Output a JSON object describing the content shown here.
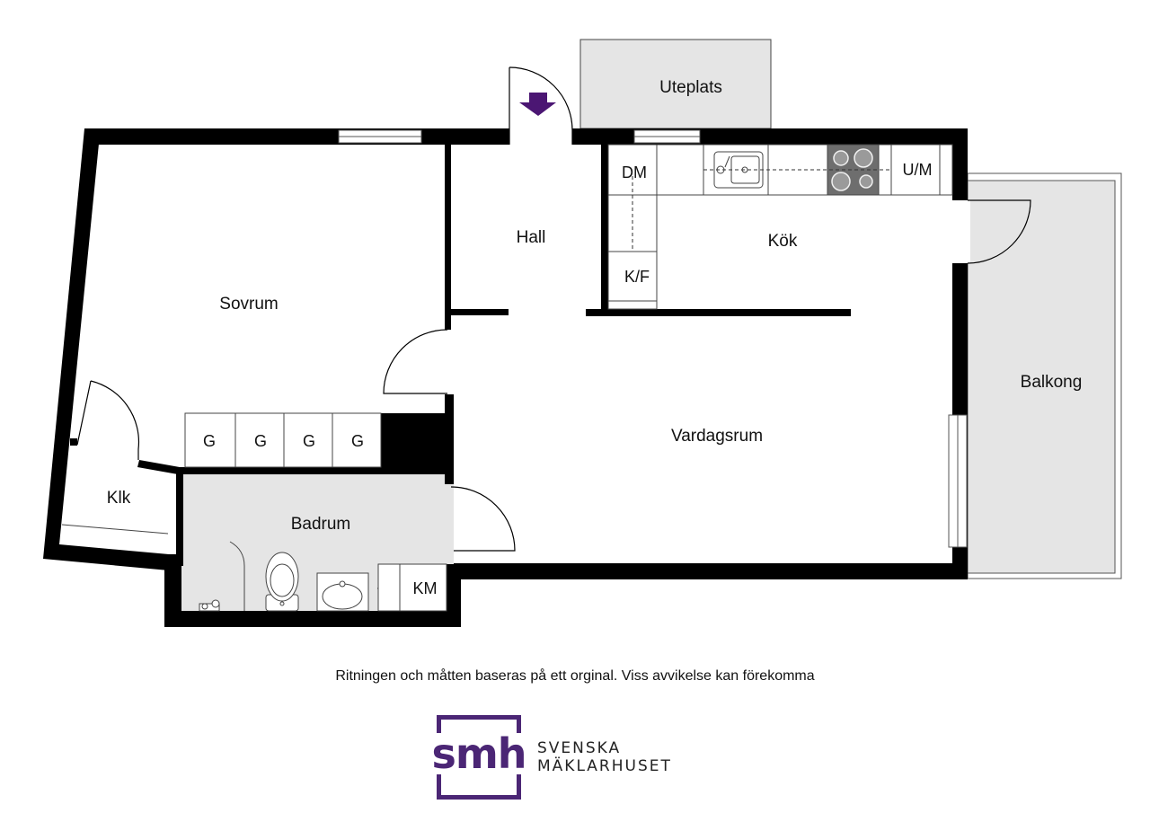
{
  "rooms": {
    "uteplats": "Uteplats",
    "hall": "Hall",
    "kok": "Kök",
    "sovrum": "Sovrum",
    "balkong": "Balkong",
    "vardagsrum": "Vardagsrum",
    "klk": "Klk",
    "badrum": "Badrum"
  },
  "fixtures": {
    "dm": "DM",
    "um": "U/M",
    "kf": "K/F",
    "km": "KM",
    "wardrobe": [
      "G",
      "G",
      "G",
      "G"
    ]
  },
  "icons": {
    "entrance": "entrance-arrow-icon"
  },
  "colors": {
    "wall": "#000000",
    "wet_area": "#e5e5e5",
    "entrance_arrow": "#4b1673",
    "brand": "#4b2675"
  },
  "disclaimer": "Ritningen och måtten baseras på ett orginal. Viss avvikelse kan förekomma",
  "brand": {
    "mark": "smh",
    "line1": "SVENSKA",
    "line2": "MÄKLARHUSET"
  }
}
